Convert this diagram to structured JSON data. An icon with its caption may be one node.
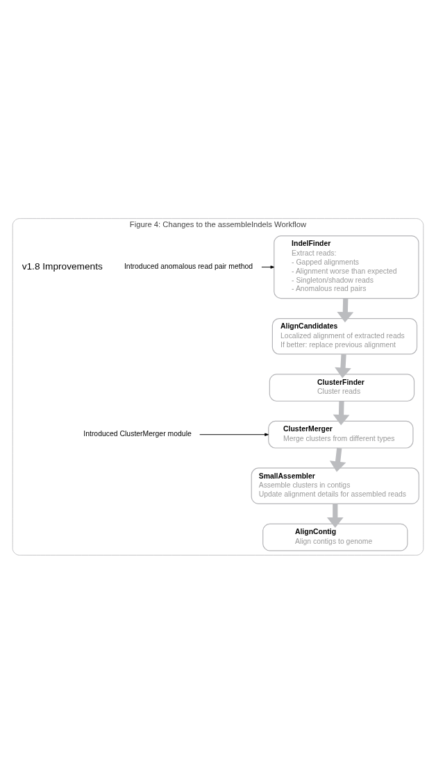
{
  "diagram": {
    "nodes": [
      {
        "text": [
          "Figure 4: Changes to the assembleIndels Workflow"
        ]
      },
      {
        "text": [
          "IndelFinder",
          "Extract reads:",
          "- Gapped alignments",
          "- Alignment worse than expected",
          "- Singleton/shadow reads",
          "- Anomalous read pairs"
        ],
        "in": 0
      },
      {
        "text": [
          "AlignCandidates",
          "Localized alignment of extracted reads",
          "If better: replace previous alignment"
        ],
        "in": 0
      },
      {
        "text": [
          "ClusterFinder",
          "Cluster reads"
        ],
        "in": 0
      },
      {
        "text": [
          "ClusterMerger",
          "Merge clusters from different types"
        ],
        "in": 0
      },
      {
        "text": [
          "SmallAssembler",
          "Assemble clusters in contigs",
          "Update alignment details for assembled reads"
        ],
        "in": 0
      },
      {
        "text": [
          "AlignContig",
          "Align contigs to genome"
        ],
        "in": 0
      },
      {
        "text": [
          "Introduced anomalous read pair method"
        ],
        "in": 0
      },
      {
        "text": [
          "Introduced ClusterMerger module"
        ],
        "in": 0
      }
    ],
    "edges": [
      {
        "from": 1,
        "to": 2,
        "arrow": "to"
      },
      {
        "from": 2,
        "to": 3,
        "arrow": "to"
      },
      {
        "from": 3,
        "to": 4,
        "arrow": "to"
      },
      {
        "from": 4,
        "to": 5,
        "arrow": "to"
      },
      {
        "from": 5,
        "to": 6,
        "arrow": "to"
      },
      {
        "from": 7,
        "to": 1,
        "arrow": "to",
        "color": "#000000"
      },
      {
        "from": 8,
        "to": 4,
        "arrow": "to",
        "color": "#000000"
      }
    ],
    "labels": [
      "v1.8 Improvements"
    ]
  }
}
